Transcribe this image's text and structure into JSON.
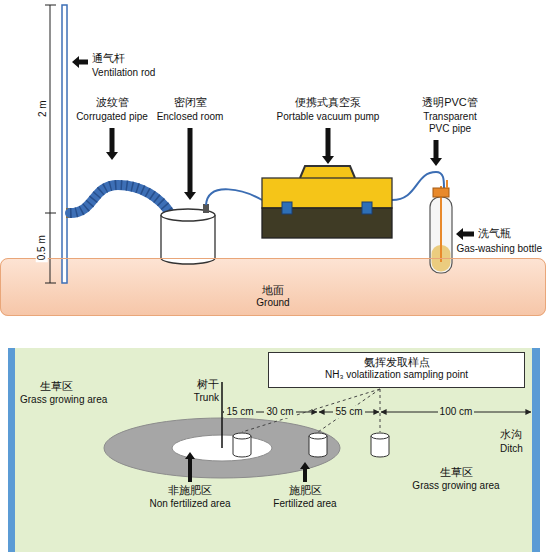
{
  "diagram": {
    "nodes": [
      {
        "text": [
          "地面",
          "Ground"
        ]
      },
      {
        "text": [
          "氨挥发取样点",
          "NH₃ volatilization sampling point"
        ]
      }
    ],
    "labels": [
      "2 m",
      "0.5 m",
      "通气杆",
      "Ventilation rod",
      "波纹管",
      "Corrugated pipe",
      "密闭室",
      "Enclosed room",
      "便携式真空泵",
      "Portable vacuum pump",
      "透明PVC管",
      "Transparent PVC pipe",
      "洗气瓶",
      "Gas-washing bottle",
      "生草区",
      "Grass growing area",
      "树干",
      "Trunk",
      "15 cm",
      "30 cm",
      "55 cm",
      "100 cm",
      "水沟",
      "Ditch",
      "非施肥区",
      "Non fertilized area",
      "施肥区",
      "Fertilized area",
      "生草区",
      "Grass growing area"
    ]
  }
}
